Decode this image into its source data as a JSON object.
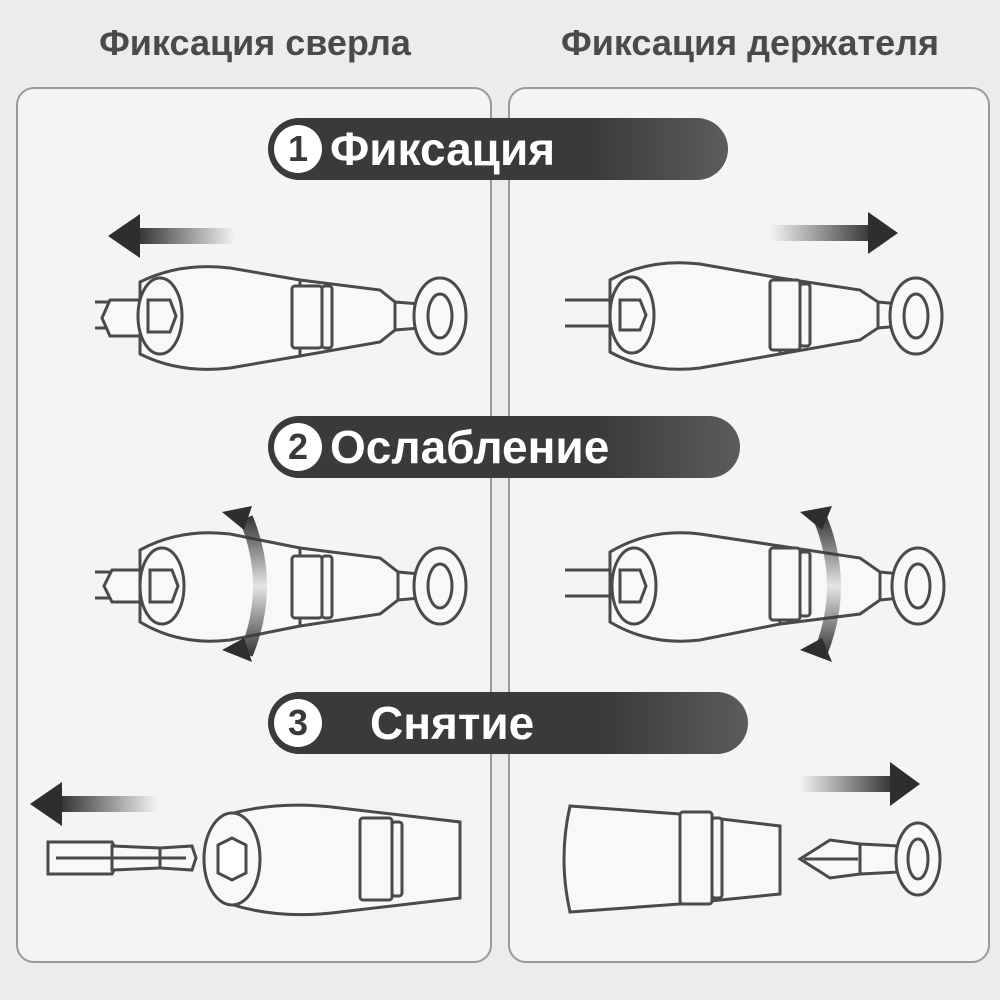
{
  "columns": {
    "left_title": "Фиксация сверла",
    "right_title": "Фиксация держателя"
  },
  "steps": [
    {
      "number": "1",
      "label": "Фиксация"
    },
    {
      "number": "2",
      "label": "Ослабление"
    },
    {
      "number": "3",
      "label": "Снятие"
    }
  ],
  "colors": {
    "banner": "#3a3a3a",
    "outline": "#4a4a4a",
    "panel_border": "#9a9a9a"
  }
}
